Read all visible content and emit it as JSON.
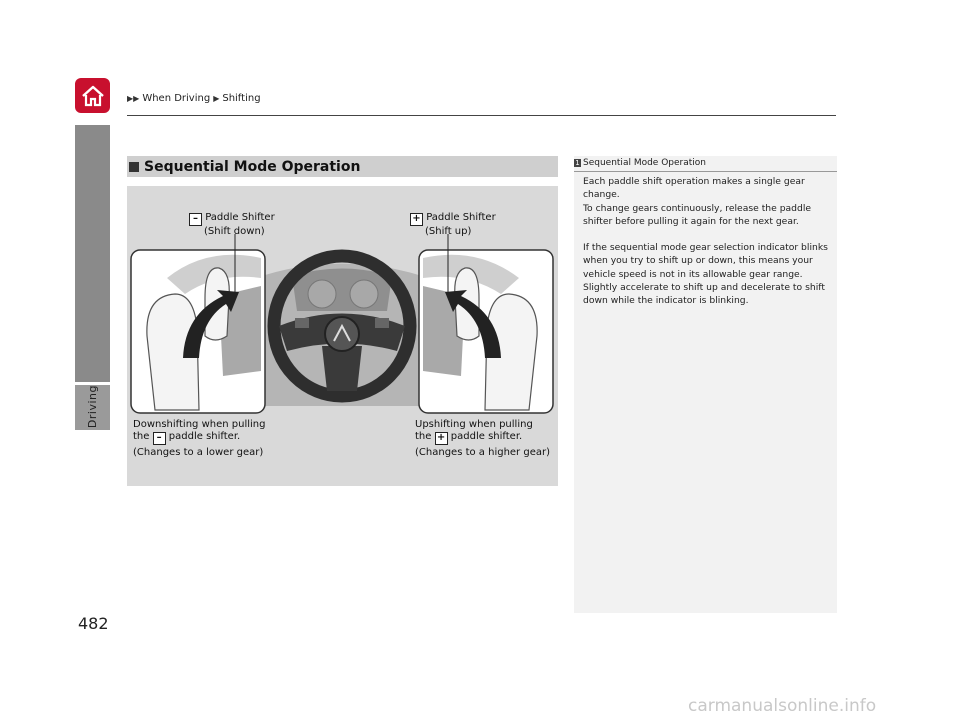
{
  "breadcrumb": {
    "part1": "When Driving",
    "part2": "Shifting"
  },
  "sidebar": {
    "section_label": "Driving"
  },
  "page_number": "482",
  "section": {
    "title": "Sequential Mode Operation"
  },
  "figure": {
    "minus_symbol": "–",
    "plus_symbol": "+",
    "left_shifter_line1": "Paddle Shifter",
    "left_shifter_line2": "(Shift down)",
    "right_shifter_line1": "Paddle Shifter",
    "right_shifter_line2": "(Shift up)",
    "down_caption_line1": "Downshifting when pulling",
    "down_caption_pre": "the",
    "down_caption_post": "paddle shifter.",
    "down_caption_line3": "(Changes to a lower gear)",
    "up_caption_line1": "Upshifting when pulling",
    "up_caption_pre": "the",
    "up_caption_post": "paddle shifter.",
    "up_caption_line3": "(Changes to a higher gear)"
  },
  "callout": {
    "ref_number": "1",
    "title": "Sequential Mode Operation",
    "para1_line1": "Each paddle shift operation makes a single gear",
    "para1_line2": "change.",
    "para1_line3": "To change gears continuously, release the paddle",
    "para1_line4": "shifter before pulling it again for the next gear.",
    "para2_line1": "If the sequential mode gear selection indicator blinks",
    "para2_line2": "when you try to shift up or down, this means your",
    "para2_line3": "vehicle speed is not in its allowable gear range.",
    "para2_line4": "Slightly accelerate to shift up and decelerate to shift",
    "para2_line5": "down while the indicator is blinking."
  },
  "watermark": "carmanualsonline.info",
  "colors": {
    "home_red": "#c8102e",
    "tab_grey": "#8a8a8a",
    "figure_bg": "#d9d9d9",
    "callout_bg": "#f2f2f2"
  }
}
